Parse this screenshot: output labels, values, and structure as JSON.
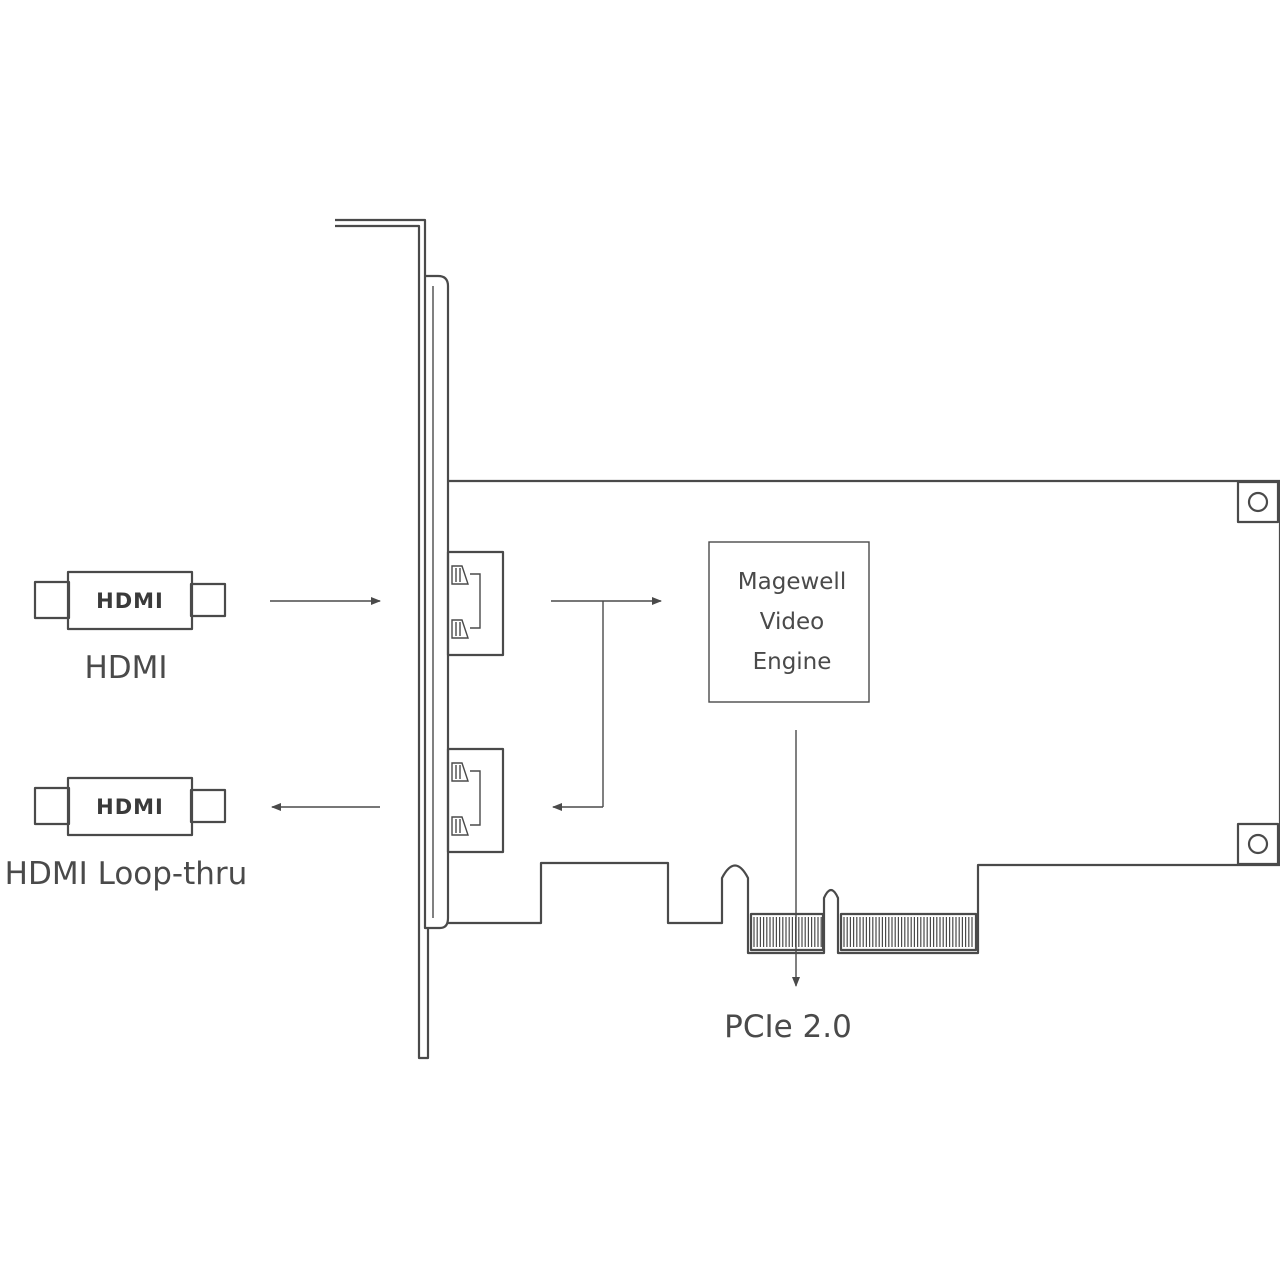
{
  "connectors": [
    {
      "logo": "HDMI",
      "label": "HDMI",
      "direction": "input"
    },
    {
      "logo": "HDMI",
      "label": "HDMI Loop-thru",
      "direction": "output"
    }
  ],
  "engine": {
    "line1": "Magewell",
    "line2": "Video",
    "line3": "Engine"
  },
  "bus_label": "PCIe 2.0",
  "colors": {
    "stroke": "#4a4a4a",
    "background": "#ffffff"
  }
}
